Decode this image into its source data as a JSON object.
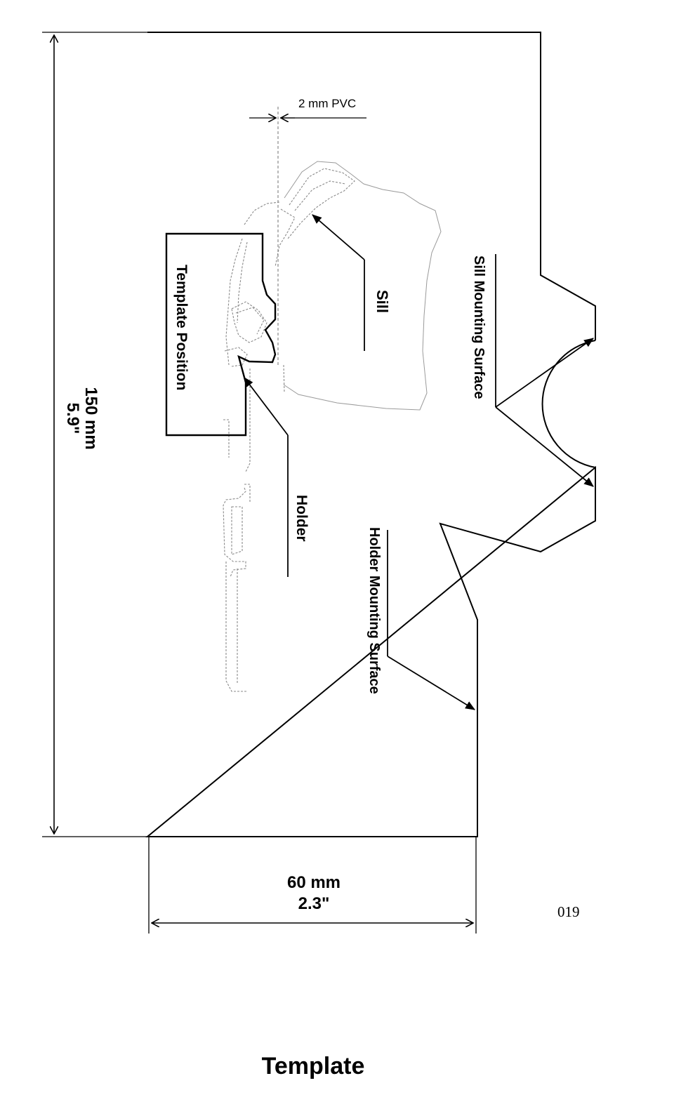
{
  "labels": {
    "pvc": "2 mm PVC",
    "sill": "Sill",
    "template_position": "Template Position",
    "holder": "Holder",
    "sill_mounting_surface": "Sill Mounting Surface",
    "holder_mounting_surface": "Holder Mounting Surface"
  },
  "dimensions": {
    "height_mm": "150 mm",
    "height_in": "5.9ʺ",
    "width_mm": "60 mm",
    "width_in": "2.3ʺ"
  },
  "page_number": "019",
  "caption": "Template"
}
